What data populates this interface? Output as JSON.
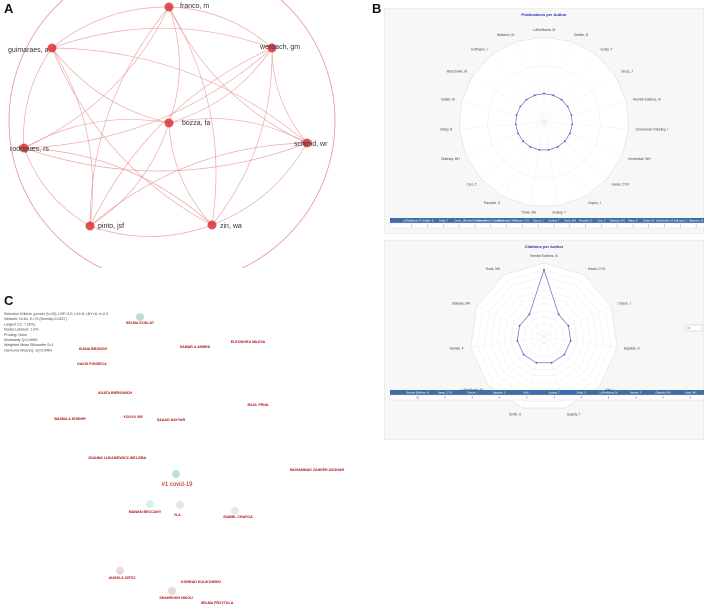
{
  "panels": {
    "a": "A",
    "b": "B",
    "c": "C"
  },
  "colors": {
    "edge": "#e88b8b",
    "node": "#d9343a",
    "ring": "#e06060",
    "radar_line": "#4a5bbf",
    "table_header": "#3e6ea8",
    "cluster": "#b01010"
  },
  "network": {
    "nodes": [
      "franco, m",
      "werbach, gm",
      "guimaraes, a",
      "bozza, fa",
      "schmid, wr",
      "rodrigues, rs",
      "pinto, jsf",
      "zin, wa"
    ],
    "edges": [
      [
        0,
        1
      ],
      [
        0,
        2
      ],
      [
        0,
        3
      ],
      [
        0,
        4
      ],
      [
        0,
        5
      ],
      [
        0,
        6
      ],
      [
        0,
        7
      ],
      [
        1,
        2
      ],
      [
        1,
        3
      ],
      [
        1,
        4
      ],
      [
        1,
        5
      ],
      [
        1,
        6
      ],
      [
        1,
        7
      ],
      [
        2,
        3
      ],
      [
        2,
        4
      ],
      [
        2,
        5
      ],
      [
        2,
        6
      ],
      [
        2,
        7
      ],
      [
        3,
        4
      ],
      [
        3,
        5
      ],
      [
        3,
        6
      ],
      [
        3,
        7
      ],
      [
        4,
        5
      ],
      [
        4,
        6
      ],
      [
        4,
        7
      ],
      [
        5,
        6
      ],
      [
        5,
        7
      ],
      [
        6,
        7
      ]
    ]
  },
  "chart_data": [
    {
      "type": "radar",
      "title": "Publications per Author",
      "categories": [
        "LuRexBanta, M",
        "Schiller, B",
        "Goldy, T",
        "Orosz, J",
        "Remkel Edelhes, M",
        "Limonmeier Oshelley, I",
        "Kemendall, WH",
        "Harari, CYN",
        "Chyuro, I",
        "Scalety, T",
        "Yhale, MH",
        "Paruckie, D",
        "Carr, Z",
        "Dialesky, MH",
        "Malcy, B",
        "Dollart, M",
        "Marschville, M",
        "Koffmann, I",
        "Baltorino, M"
      ],
      "series": [
        {
          "values": [
            1,
            1,
            1,
            1,
            1,
            1,
            1,
            1,
            1,
            1,
            1,
            1,
            1,
            1,
            1,
            1,
            1,
            1,
            1
          ]
        }
      ],
      "rlim": [
        0,
        3
      ]
    },
    {
      "type": "radar",
      "title": "Citations per Author",
      "categories": [
        "Remkel Edelhes, M",
        "Harari, CYN",
        "Chyuro, I",
        "Baptiste, S",
        "Hall, I",
        "Scalety, T",
        "Smith, S",
        "LuRexBanta, M",
        "Harrain, F",
        "Dialesky, MH",
        "Yhale, MH"
      ],
      "series": [
        {
          "values": [
            10,
            4,
            4,
            4,
            4,
            4,
            4,
            4,
            4,
            4,
            4
          ]
        }
      ],
      "rlim": [
        0,
        11
      ]
    }
  ],
  "cluster_map": {
    "info_lines": [
      "Selection Criteria: g-index (k=25), LRF=3.0, L/N=5, LBY=8, e=2.0",
      "Network: N=84, E=79 (Density=0.0227)",
      "Largest CC: 7 (8%)",
      "Nodes Labeled: 1.0%",
      "Pruning: None",
      "Modularity Q=0.8983",
      "Weighted Mean Silhouette S=1",
      "Harmonic Mean(Q, S)=0.9464"
    ],
    "center_label": "#1 covid-19",
    "labels": [
      "SELMA KOKLAT",
      "ELEONORA MILEVA",
      "SAMAR A AHMED",
      "IOANA BRONOO",
      "DAVID FONSECA",
      "AGATA BIEROWICH",
      "RAUL PENA",
      "BASMA A KHIDHR",
      "YOUYU XIE",
      "SAAAD NAYYAR",
      "JOANNA LUKASIEWICZ-WELZIBA",
      "MUHAMMAD ZAHEER ASGHAR",
      "MAWAN BECCANY",
      "N.A.",
      "ISABEL CHAYOA",
      "ANGELA ORTIZ",
      "KONRAD KULIKOWSKI",
      "SHAHROKH NIKOU",
      "SELMA PRZYTULA"
    ]
  }
}
